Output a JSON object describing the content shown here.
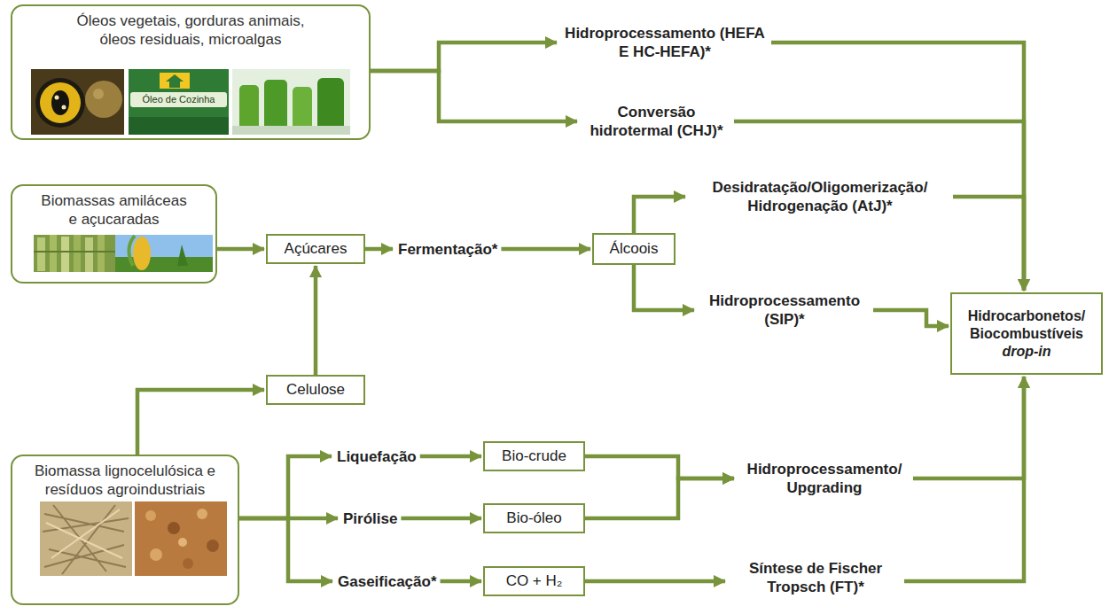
{
  "diagram": {
    "nodes": [
      {
        "text": [
          "Óleos vegetais, gorduras animais, óleos residuais, microalgas"
        ]
      },
      {
        "text": [
          "Hidroprocessamento (HEFA E HC-HEFA)*"
        ]
      },
      {
        "text": [
          "Conversão hidrotermal (CHJ)*"
        ]
      },
      {
        "text": [
          "Biomassas amiláceas e açucaradas"
        ]
      },
      {
        "text": [
          "Açúcares"
        ]
      },
      {
        "text": [
          "Fermentação*"
        ]
      },
      {
        "text": [
          "Álcoois"
        ]
      },
      {
        "text": [
          "Desidratação/Oligomerização/ Hidrogenação (AtJ)*"
        ]
      },
      {
        "text": [
          "Hidroprocessamento (SIP)*"
        ]
      },
      {
        "text": [
          "Hidrocarbonetos/ Biocombustíveis",
          "drop-in"
        ]
      },
      {
        "text": [
          "Celulose"
        ]
      },
      {
        "text": [
          "Biomassa lignocelulósica e resíduos agroindustriais"
        ]
      },
      {
        "text": [
          "Liquefação"
        ]
      },
      {
        "text": [
          "Bio-crude"
        ]
      },
      {
        "text": [
          "Pirólise"
        ]
      },
      {
        "text": [
          "Bio-óleo"
        ]
      },
      {
        "text": [
          "Hidroprocessamento/ Upgrading"
        ]
      },
      {
        "text": [
          "Gaseificação*"
        ]
      },
      {
        "text": [
          "CO + H₂"
        ]
      },
      {
        "text": [
          "Síntese de Fischer Tropsch (FT)*"
        ]
      }
    ],
    "edges": [
      {
        "from": 0,
        "to": 1,
        "arrow": "to"
      },
      {
        "from": 0,
        "to": 2,
        "arrow": "to"
      },
      {
        "from": 1,
        "to": 9,
        "arrow": "to"
      },
      {
        "from": 2,
        "to": 9,
        "arrow": "to"
      },
      {
        "from": 3,
        "to": 4,
        "arrow": "to"
      },
      {
        "from": 4,
        "to": 5,
        "arrow": "to"
      },
      {
        "from": 5,
        "to": 6,
        "arrow": "to"
      },
      {
        "from": 6,
        "to": 7,
        "arrow": "to"
      },
      {
        "from": 6,
        "to": 8,
        "arrow": "to"
      },
      {
        "from": 7,
        "to": 9,
        "arrow": "to"
      },
      {
        "from": 8,
        "to": 9,
        "arrow": "to"
      },
      {
        "from": 11,
        "to": 10,
        "arrow": "to"
      },
      {
        "from": 10,
        "to": 4,
        "arrow": "to"
      },
      {
        "from": 11,
        "to": 12,
        "arrow": "to"
      },
      {
        "from": 11,
        "to": 14,
        "arrow": "to"
      },
      {
        "from": 11,
        "to": 17,
        "arrow": "to"
      },
      {
        "from": 12,
        "to": 13,
        "arrow": "to"
      },
      {
        "from": 14,
        "to": 15,
        "arrow": "to"
      },
      {
        "from": 13,
        "to": 16,
        "arrow": "to"
      },
      {
        "from": 15,
        "to": 16,
        "arrow": "to"
      },
      {
        "from": 16,
        "to": 9,
        "arrow": "to"
      },
      {
        "from": 17,
        "to": 18,
        "arrow": "to"
      },
      {
        "from": 18,
        "to": 19,
        "arrow": "to"
      },
      {
        "from": 19,
        "to": 9,
        "arrow": "to"
      }
    ],
    "labels": [
      "Óleo de Cozinha"
    ]
  }
}
